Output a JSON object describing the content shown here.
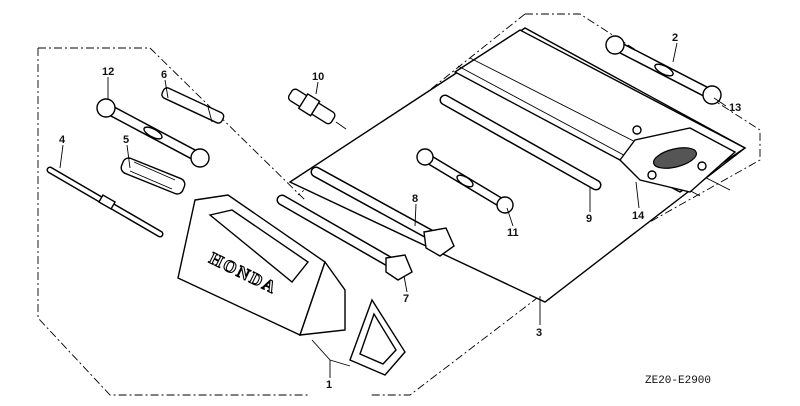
{
  "diagram": {
    "brand_label": "HONDA",
    "diagram_code": "ZE20-E2900",
    "callouts": {
      "c1": "1",
      "c2": "2",
      "c3": "3",
      "c4": "4",
      "c5": "5",
      "c6": "6",
      "c7": "7",
      "c8": "8",
      "c9": "9",
      "c10": "10",
      "c11": "11",
      "c12": "12",
      "c13": "13",
      "c14": "14"
    }
  }
}
